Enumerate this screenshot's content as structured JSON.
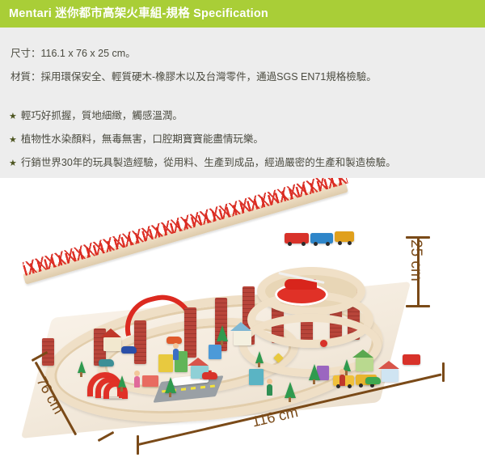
{
  "header": {
    "title": "Mentari 迷你都市高架火車組-規格 Specification",
    "background_color": "#a9ce37",
    "text_color": "#ffffff"
  },
  "spec": {
    "background_color": "#ededed",
    "text_color": "#4b4b40",
    "lines": [
      "尺寸：116.1 x 76 x 25 cm。",
      "材質：採用環保安全、輕質硬木-橡膠木以及台灣零件，通過SGS EN71規格檢驗。"
    ],
    "bullet_marker": "★",
    "bullet_color": "#4d5520",
    "bullets": [
      "輕巧好抓握，質地細緻，觸感溫潤。",
      "植物性水染顏料，無毒無害，口腔期寶寶能盡情玩樂。",
      "行銷世界30年的玩具製造經驗，從用料、生產到成品，經過嚴密的生產和製造檢驗。"
    ]
  },
  "product_image": {
    "alt": "木製迷你都市高架火車組",
    "dimension_line_color": "#7a4a18",
    "annotations": [
      {
        "name": "height",
        "label": "25 cm",
        "orientation": "vertical"
      },
      {
        "name": "depth",
        "label": "76 cm",
        "orientation": "diagonal-left"
      },
      {
        "name": "width",
        "label": "116 cm",
        "orientation": "diagonal-bottom"
      }
    ]
  }
}
